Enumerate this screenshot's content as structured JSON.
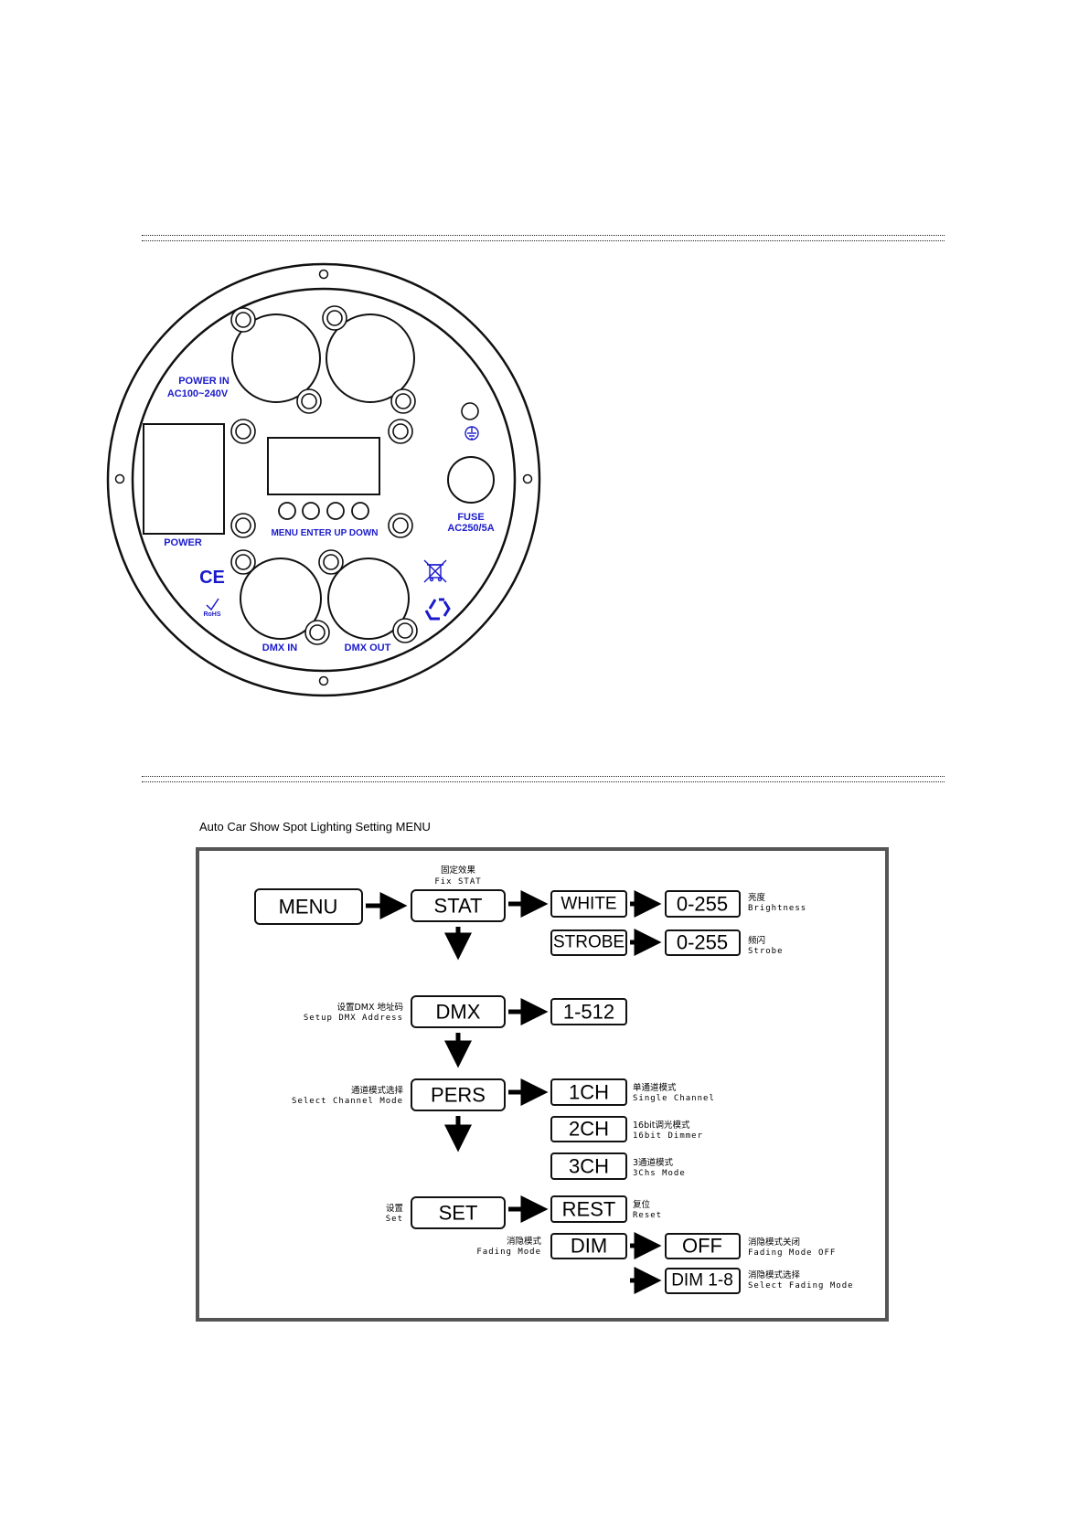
{
  "panel": {
    "labels": {
      "power_in": "POWER IN",
      "power_in_voltage": "AC100~240V",
      "power": "POWER",
      "buttons": "MENU ENTER UP  DOWN",
      "fuse": "FUSE",
      "fuse_rating": "AC250/5A",
      "dmx_in": "DMX IN",
      "dmx_out": "DMX OUT",
      "ce": "CE",
      "rohs": "RoHS"
    },
    "icons": [
      "ground-icon",
      "weee-bin-icon",
      "recycle-icon",
      "ce-mark-icon",
      "rohs-check-icon"
    ]
  },
  "menu": {
    "title": "Auto Car Show Spot Lighting Setting MENU",
    "boxes": {
      "menu": "MENU",
      "stat": "STAT",
      "white": "WHITE",
      "white_range": "0-255",
      "strobe": "STROBE",
      "strobe_range": "0-255",
      "dmx": "DMX",
      "dmx_range": "1-512",
      "pers": "PERS",
      "ch1": "1CH",
      "ch2": "2CH",
      "ch3": "3CH",
      "set": "SET",
      "rest": "REST",
      "dim": "DIM",
      "off": "OFF",
      "dim18": "DIM 1-8"
    },
    "notes": {
      "stat_cn": "固定效果",
      "stat_en": "Fix STAT",
      "bright_cn": "亮度",
      "bright_en": "Brightness",
      "strobe_cn": "频闪",
      "strobe_en": "Strobe",
      "dmx_cn": "设置DMX 地址码",
      "dmx_en": "Setup DMX Address",
      "pers_cn": "通道模式选择",
      "pers_en": "Select Channel Mode",
      "ch1_cn": "单通道模式",
      "ch1_en": "Single Channel",
      "ch2_cn": "16bit调光模式",
      "ch2_en": "16bit Dimmer",
      "ch3_cn": "3通道模式",
      "ch3_en": "3Chs Mode",
      "set_cn": "设置",
      "set_en": "Set",
      "rest_cn": "复位",
      "rest_en": "Reset",
      "dim_cn": "消隐模式",
      "dim_en": "Fading Mode",
      "off_cn": "消隐模式关闭",
      "off_en": "Fading Mode OFF",
      "dim18_cn": "消隐模式选择",
      "dim18_en": "Select Fading Mode"
    }
  }
}
